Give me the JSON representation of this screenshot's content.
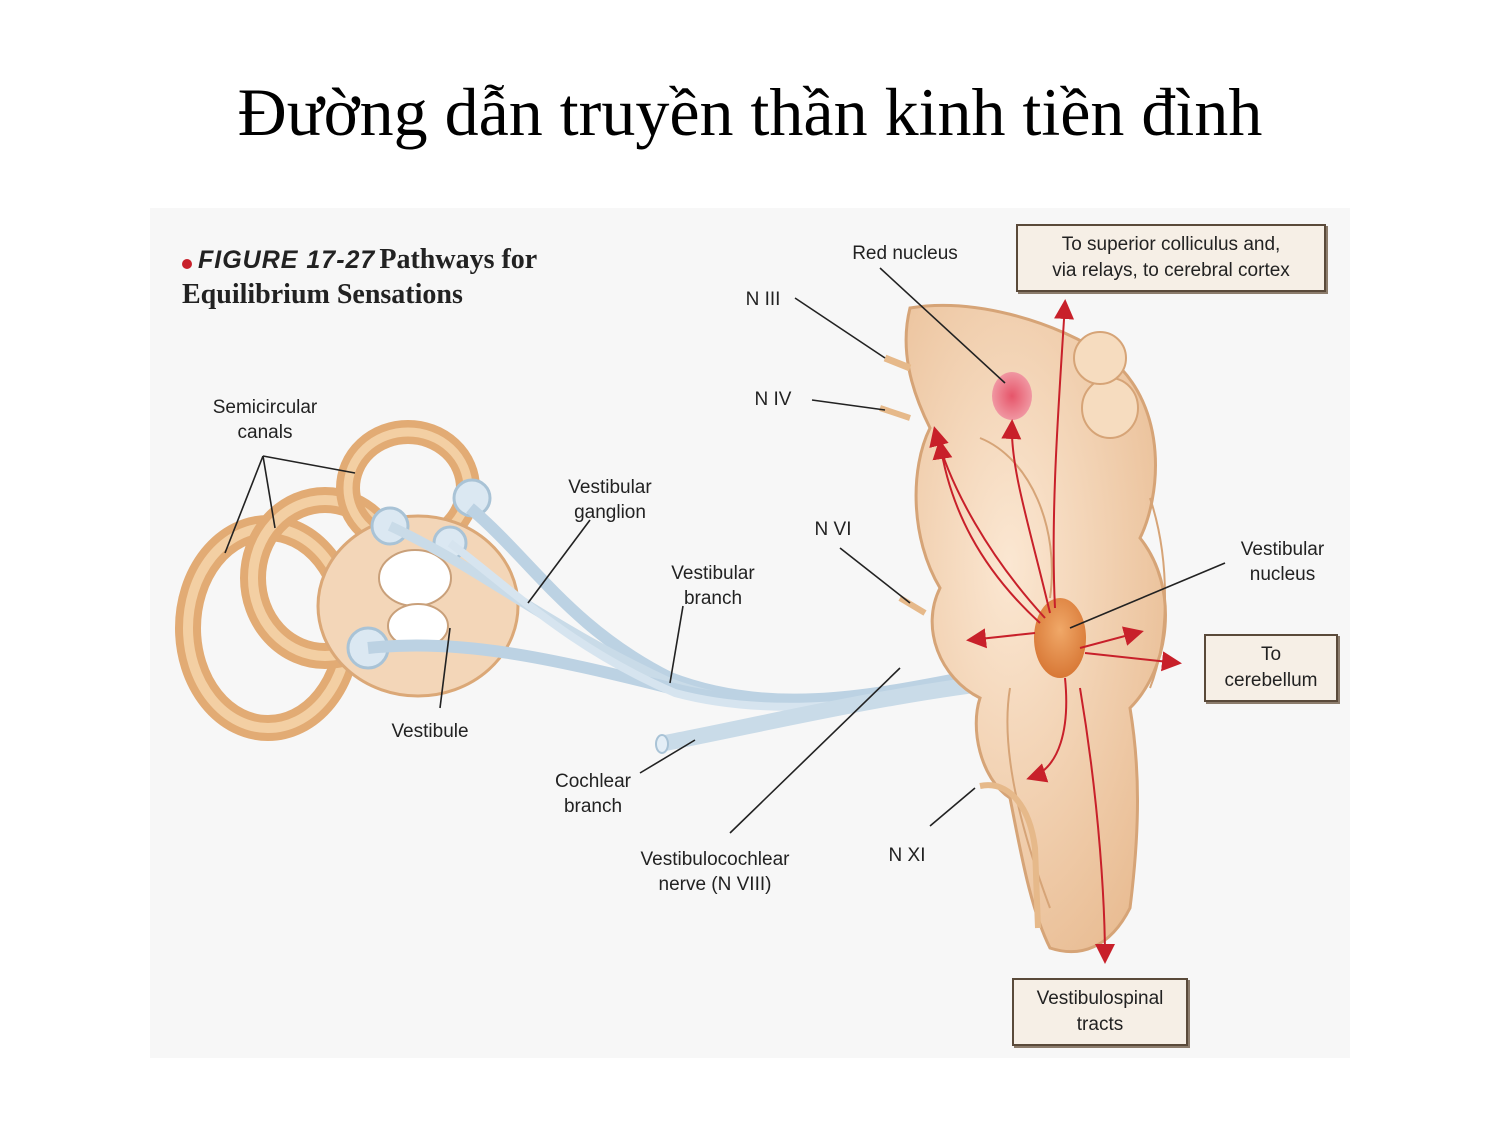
{
  "slide": {
    "title": "Đường dẫn truyền thần kinh tiền đình"
  },
  "figure": {
    "number": "FIGURE 17-27",
    "caption": "Pathways for Equilibrium Sensations",
    "labels": {
      "semicircular_canals": "Semicircular\ncanals",
      "vestibule": "Vestibule",
      "vestibular_ganglion": "Vestibular\nganglion",
      "vestibular_branch": "Vestibular\nbranch",
      "cochlear_branch": "Cochlear\nbranch",
      "vestibulocochlear_nerve": "Vestibulocochlear\nnerve (N  VIII)",
      "red_nucleus": "Red nucleus",
      "n3": "N  III",
      "n4": "N  IV",
      "n6": "N  VI",
      "n11": "N  XI",
      "vestibular_nucleus": "Vestibular\nnucleus"
    },
    "boxes": {
      "superior_colliculus": "To superior colliculus and,\nvia relays, to cerebral cortex",
      "to_cerebellum": "To\ncerebellum",
      "vestibulospinal": "Vestibulospinal\ntracts"
    },
    "colors": {
      "bone": "#e9b986",
      "bone_light": "#f6dcbc",
      "nerve": "#c9dbe8",
      "brainstem": "#f3d2b0",
      "pathway": "#c8202a",
      "nucleus": "#e58a4a"
    }
  }
}
